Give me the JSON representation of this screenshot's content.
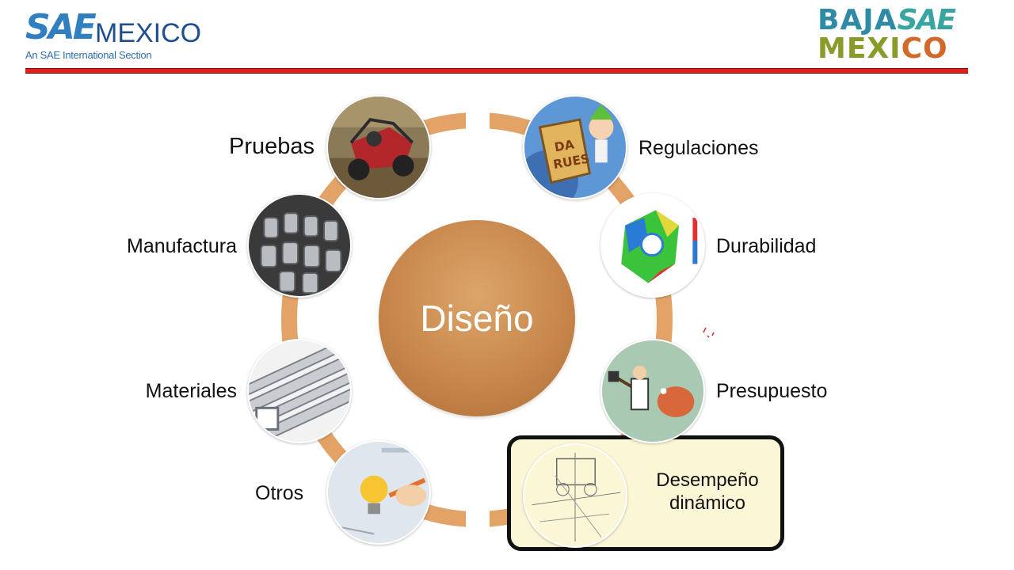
{
  "header": {
    "left_logo": {
      "mark": "SAE",
      "country": "MEXICO",
      "tagline": "An SAE International Section"
    },
    "right_logo": {
      "line1_a": "BAJA",
      "line1_b": "SAE",
      "line2_a": "MEXI",
      "line2_b": "CO"
    }
  },
  "diagram": {
    "center": "Diseño",
    "nodes": [
      {
        "id": "pruebas",
        "label": "Pruebas",
        "icon": "offroad-buggy-photo"
      },
      {
        "id": "regulaciones",
        "label": "Regulaciones",
        "icon": "cartoon-rules-book"
      },
      {
        "id": "manufactura",
        "label": "Manufactura",
        "icon": "machined-metal-parts-photo"
      },
      {
        "id": "durabilidad",
        "label": "Durabilidad",
        "icon": "fea-stress-simulation"
      },
      {
        "id": "materiales",
        "label": "Materiales",
        "icon": "metal-profiles-photo"
      },
      {
        "id": "presupuesto",
        "label": "Presupuesto",
        "icon": "piggy-bank-cartoon"
      },
      {
        "id": "otros",
        "label": "Otros",
        "icon": "lightbulb-sketch"
      },
      {
        "id": "desempeno",
        "label_line1": "Desempeño",
        "label_line2": "dinámico",
        "icon": "vehicle-dynamics-sketch",
        "highlighted": true
      }
    ],
    "colors": {
      "ring": "#e3a366",
      "center": "#c8874c",
      "highlight_border": "#111111",
      "highlight_fill": "#fbf7d6",
      "header_rule": "#e0201c"
    }
  }
}
